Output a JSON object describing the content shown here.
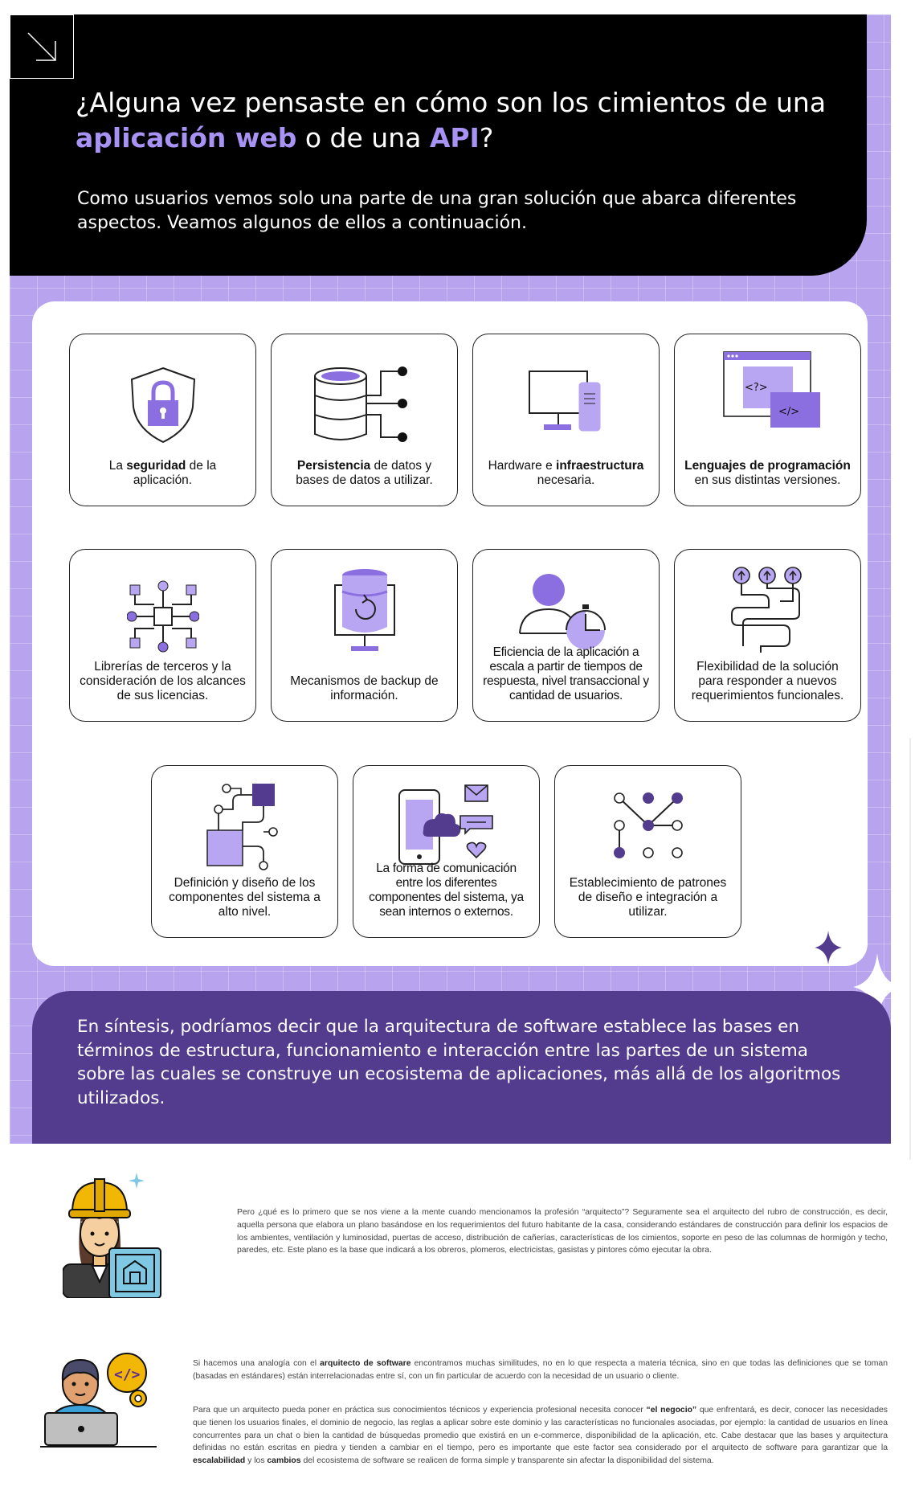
{
  "header": {
    "title_part1": "¿Alguna vez pensaste en cómo son los cimientos de una ",
    "title_hl1": "aplicación web",
    "title_part2": " o de una ",
    "title_hl2": "API",
    "title_part3": "?",
    "intro": "Como usuarios vemos solo una parte de una gran solución que abarca diferentes aspectos. Veamos algunos de ellos a continuación."
  },
  "cards": [
    {
      "pre": "La ",
      "bold": "seguridad",
      "post": " de la aplicación."
    },
    {
      "pre": "",
      "bold": "Persistencia",
      "post": " de datos y bases de datos a utilizar."
    },
    {
      "pre": "Hardware e ",
      "bold": "infraestructura",
      "post": " necesaria."
    },
    {
      "pre": "",
      "bold": "Lenguajes de programación",
      "post": " en sus distintas versiones."
    },
    {
      "pre": "Librerías de terceros y la consideración de los alcances de sus licencias.",
      "bold": "",
      "post": ""
    },
    {
      "pre": "Mecanismos de backup de información.",
      "bold": "",
      "post": ""
    },
    {
      "pre": "Eficiencia de la aplicación a escala a partir de tiempos de respuesta, nivel transaccional y cantidad de usuarios.",
      "bold": "",
      "post": ""
    },
    {
      "pre": "Flexibilidad de la solución para responder a nuevos requerimientos funcionales.",
      "bold": "",
      "post": ""
    },
    {
      "pre": "Definición y diseño de los componentes del sistema a alto nivel.",
      "bold": "",
      "post": ""
    },
    {
      "pre": "La forma de comunicación entre los diferentes componentes del sistema, ya sean internos o externos.",
      "bold": "",
      "post": ""
    },
    {
      "pre": "Establecimiento de patrones de diseño e integración a utilizar.",
      "bold": "",
      "post": ""
    }
  ],
  "code_icon_text": {
    "tag1": "<?>",
    "tag2": "</>"
  },
  "summary": "En síntesis, podríamos decir que la arquitectura de software establece las bases en términos de estructura, funcionamiento e interacción entre las partes de un sistema sobre las cuales se construye un ecosistema de aplicaciones, más allá de los algoritmos utilizados.",
  "para1": "Pero ¿qué es lo primero que se nos viene a la mente cuando mencionamos la profesión “arquitecto”? Seguramente sea el arquitecto del rubro de construcción, es decir, aquella persona que elabora un plano basándose en los requerimientos del futuro habitante de la casa, considerando estándares de construcción para definir los espacios de los ambientes, ventilación y luminosidad, puertas de acceso, distribución de cañerías, características de los cimientos, soporte en peso de las columnas de hormigón y techo, paredes, etc. Este plano es la base que indicará a los obreros, plomeros, electricistas, gasistas y pintores cómo ejecutar la obra.",
  "para2": {
    "t1": "Si hacemos una analogía con el ",
    "b1": "arquitecto de software",
    "t2": " encontramos muchas similitudes, no en lo que respecta a materia técnica, sino en que todas las definiciones que se toman (basadas en estándares) están interrelacionadas entre sí, con un fin particular de acuerdo con la necesidad de un usuario o cliente."
  },
  "para3": {
    "t1": "Para que un arquitecto pueda poner en práctica sus conocimientos técnicos y experiencia profesional necesita conocer ",
    "b1": "“el negocio”",
    "t2": " que enfrentará, es decir, conocer las necesidades que tienen los usuarios finales, el dominio de negocio, las reglas a aplicar sobre este dominio y las características no funcionales asociadas, por ejemplo: la cantidad de usuarios en línea concurrentes para un chat o bien la cantidad de búsquedas promedio que existirá en un e-commerce, disponibilidad de la aplicación, etc. Cabe destacar que las bases y arquitectura definidas no están escritas en piedra y tienden a cambiar en el tiempo, pero es importante que este factor sea considerado por el arquitecto de software para garantizar que la ",
    "b2": "escalabilidad",
    "t3": " y los ",
    "b3": "cambios",
    "t4": " del ecosistema de software se realicen de forma simple y transparente sin afectar la disponibilidad del sistema."
  },
  "colors": {
    "purple_bg": "#b7a3ee",
    "accent": "#a893f5",
    "icon_purple": "#8b6ee0",
    "summary_bg": "#533c8e"
  }
}
